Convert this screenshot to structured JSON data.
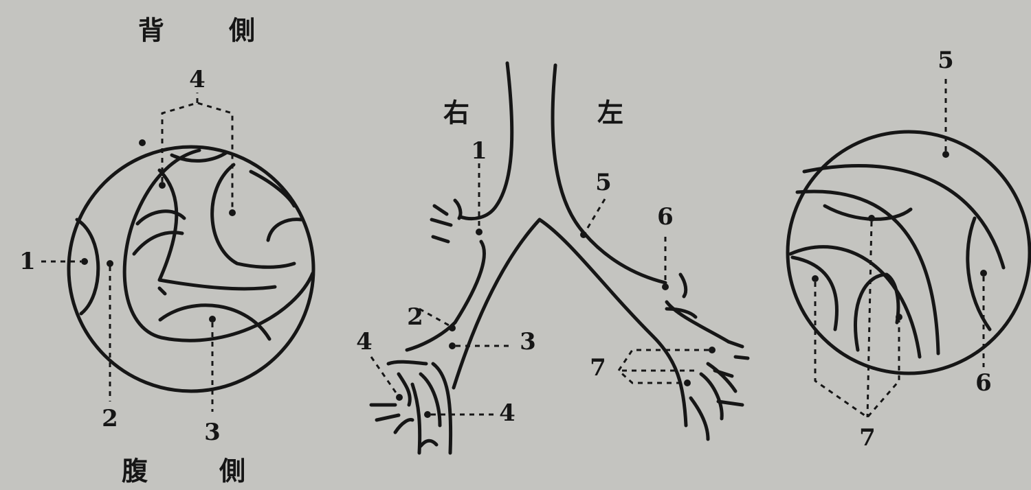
{
  "left_panel": {
    "top_label": [
      "背",
      "側"
    ],
    "bottom_label": [
      "腹",
      "側"
    ],
    "callouts": [
      "1",
      "2",
      "3",
      "4"
    ]
  },
  "middle_panel": {
    "right_label": "右",
    "left_label": "左",
    "callouts": [
      "1",
      "2",
      "3",
      "4",
      "4",
      "5",
      "6",
      "7"
    ]
  },
  "right_panel": {
    "callouts": [
      "5",
      "6",
      "7"
    ]
  }
}
